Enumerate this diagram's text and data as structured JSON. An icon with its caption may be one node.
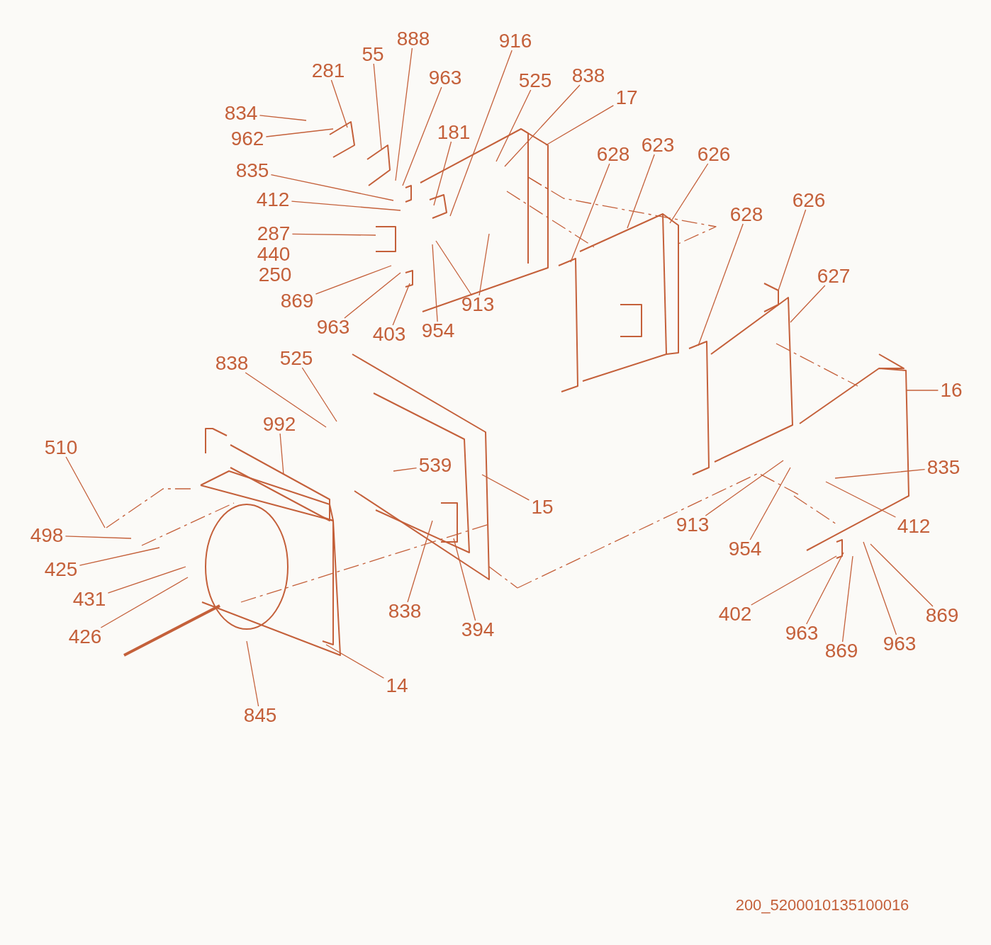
{
  "diagram": {
    "nodes": [
      {
        "text": [
          "281"
        ]
      },
      {
        "text": [
          "55"
        ]
      },
      {
        "text": [
          "888"
        ]
      },
      {
        "text": [
          "963"
        ]
      },
      {
        "text": [
          "916"
        ]
      },
      {
        "text": [
          "525"
        ]
      },
      {
        "text": [
          "838"
        ]
      },
      {
        "text": [
          "17"
        ]
      },
      {
        "text": [
          "834"
        ]
      },
      {
        "text": [
          "962"
        ]
      },
      {
        "text": [
          "181"
        ]
      },
      {
        "text": [
          "628"
        ]
      },
      {
        "text": [
          "623"
        ]
      },
      {
        "text": [
          "626"
        ]
      },
      {
        "text": [
          "835"
        ]
      },
      {
        "text": [
          "412"
        ]
      },
      {
        "text": [
          "287"
        ]
      },
      {
        "text": [
          "628"
        ]
      },
      {
        "text": [
          "626"
        ]
      },
      {
        "text": [
          "627"
        ]
      },
      {
        "text": [
          "869"
        ]
      },
      {
        "text": [
          "913"
        ]
      },
      {
        "text": [
          "963"
        ]
      },
      {
        "text": [
          "403"
        ]
      },
      {
        "text": [
          "954"
        ]
      },
      {
        "text": [
          "838"
        ]
      },
      {
        "text": [
          "525"
        ]
      },
      {
        "text": [
          "16"
        ]
      },
      {
        "text": [
          "992"
        ]
      },
      {
        "text": [
          "510"
        ]
      },
      {
        "text": [
          "539"
        ]
      },
      {
        "text": [
          "835"
        ]
      },
      {
        "text": [
          "15"
        ]
      },
      {
        "text": [
          "913"
        ]
      },
      {
        "text": [
          "412"
        ]
      },
      {
        "text": [
          "498"
        ]
      },
      {
        "text": [
          "954"
        ]
      },
      {
        "text": [
          "425"
        ]
      },
      {
        "text": [
          "431"
        ]
      },
      {
        "text": [
          "838"
        ]
      },
      {
        "text": [
          "394"
        ]
      },
      {
        "text": [
          "402"
        ]
      },
      {
        "text": [
          "869"
        ]
      },
      {
        "text": [
          "426"
        ]
      },
      {
        "text": [
          "963"
        ]
      },
      {
        "text": [
          "869"
        ]
      },
      {
        "text": [
          "963"
        ]
      },
      {
        "text": [
          "14"
        ]
      },
      {
        "text": [
          "845"
        ]
      }
    ],
    "edges": [
      {
        "from": 0,
        "to": null,
        "arrow": "none"
      },
      {
        "from": 1,
        "to": null,
        "arrow": "none"
      },
      {
        "from": 2,
        "to": null,
        "arrow": "none"
      },
      {
        "from": 3,
        "to": null,
        "arrow": "none"
      },
      {
        "from": 4,
        "to": null,
        "arrow": "none"
      },
      {
        "from": 5,
        "to": null,
        "arrow": "none"
      },
      {
        "from": 6,
        "to": null,
        "arrow": "none"
      },
      {
        "from": 7,
        "to": null,
        "arrow": "none"
      },
      {
        "from": 8,
        "to": null,
        "arrow": "none"
      },
      {
        "from": 9,
        "to": null,
        "arrow": "none"
      },
      {
        "from": 10,
        "to": null,
        "arrow": "none"
      },
      {
        "from": 11,
        "to": null,
        "arrow": "none"
      },
      {
        "from": 12,
        "to": null,
        "arrow": "none"
      },
      {
        "from": 13,
        "to": null,
        "arrow": "none"
      },
      {
        "from": 14,
        "to": null,
        "arrow": "none"
      },
      {
        "from": 15,
        "to": null,
        "arrow": "none"
      },
      {
        "from": 16,
        "to": null,
        "arrow": "none"
      },
      {
        "from": 17,
        "to": null,
        "arrow": "none"
      },
      {
        "from": 18,
        "to": null,
        "arrow": "none"
      },
      {
        "from": 19,
        "to": null,
        "arrow": "none"
      },
      {
        "from": 20,
        "to": null,
        "arrow": "none"
      },
      {
        "from": 21,
        "to": null,
        "arrow": "none"
      },
      {
        "from": 21,
        "to": null,
        "arrow": "none"
      },
      {
        "from": 22,
        "to": null,
        "arrow": "none"
      },
      {
        "from": 23,
        "to": null,
        "arrow": "none"
      },
      {
        "from": 24,
        "to": null,
        "arrow": "none"
      },
      {
        "from": 25,
        "to": null,
        "arrow": "none"
      },
      {
        "from": 26,
        "to": null,
        "arrow": "none"
      },
      {
        "from": 27,
        "to": null,
        "arrow": "none"
      },
      {
        "from": 28,
        "to": null,
        "arrow": "none"
      },
      {
        "from": 29,
        "to": null,
        "arrow": "none"
      },
      {
        "from": 30,
        "to": null,
        "arrow": "none"
      },
      {
        "from": 31,
        "to": null,
        "arrow": "none"
      },
      {
        "from": 32,
        "to": null,
        "arrow": "none"
      },
      {
        "from": 33,
        "to": null,
        "arrow": "none"
      },
      {
        "from": 34,
        "to": null,
        "arrow": "none"
      },
      {
        "from": 35,
        "to": null,
        "arrow": "none"
      },
      {
        "from": 36,
        "to": null,
        "arrow": "none"
      },
      {
        "from": 37,
        "to": null,
        "arrow": "none"
      },
      {
        "from": 38,
        "to": null,
        "arrow": "none"
      },
      {
        "from": 39,
        "to": null,
        "arrow": "none"
      },
      {
        "from": 40,
        "to": null,
        "arrow": "none"
      },
      {
        "from": 41,
        "to": null,
        "arrow": "none"
      },
      {
        "from": 42,
        "to": null,
        "arrow": "none"
      },
      {
        "from": 43,
        "to": null,
        "arrow": "none"
      },
      {
        "from": 44,
        "to": null,
        "arrow": "none"
      },
      {
        "from": 45,
        "to": null,
        "arrow": "none"
      },
      {
        "from": 46,
        "to": null,
        "arrow": "none"
      },
      {
        "from": 47,
        "to": null,
        "arrow": "none"
      },
      {
        "from": 48,
        "to": null,
        "arrow": "none"
      }
    ],
    "labels": [
      "440",
      "250",
      "200_5200010135100016"
    ]
  }
}
